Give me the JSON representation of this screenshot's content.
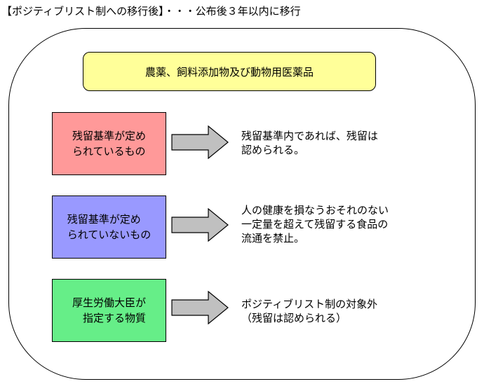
{
  "heading": "【ポジティブリスト制への移行後】・・・公布後３年以内に移行",
  "scope_label": "農薬、飼料添加物及び動物用医薬品",
  "rows": [
    {
      "category": "残留基準が定め\nられているもの",
      "result": "残留基準内であれば、残留は\n認められる。",
      "color": "#ff9999"
    },
    {
      "category": "残留基準が定め\nられていないもの",
      "result": "人の健康を損なうおそれのない\n一定量を超えて残留する食品の\n流通を禁止。",
      "color": "#9999ff"
    },
    {
      "category": "厚生労働大臣が\n　指定する物質",
      "result": "ポジティブリスト制の対象外\n（残留は認められる）",
      "color": "#66ee88"
    }
  ],
  "colors": {
    "scope_fill": "#ffff99",
    "arrow_fill": "#c0c0c0"
  }
}
